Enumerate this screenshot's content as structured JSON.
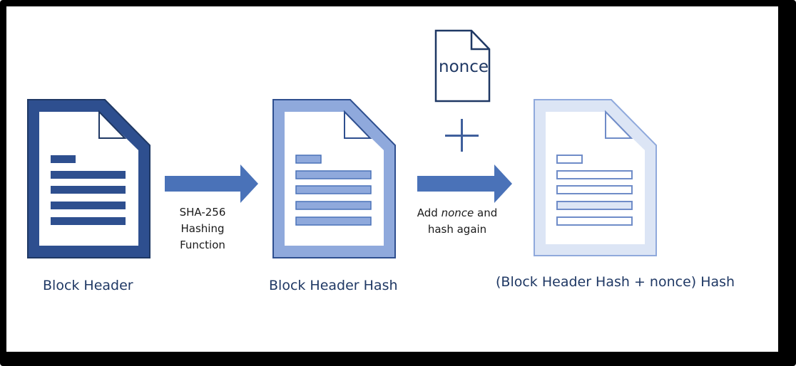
{
  "colors": {
    "dark": "#2e4f8f",
    "medium": "#8fa9dc",
    "light": "#dce5f5",
    "arrow": "#4a72b8",
    "plus": "#3f5f9c",
    "outline": "#1f3864",
    "text": "#1f3864"
  },
  "documents": {
    "block_header": {
      "label": "Block Header"
    },
    "block_header_hash": {
      "label": "Block Header Hash"
    },
    "final_hash": {
      "label": "(Block Header Hash + nonce) Hash"
    }
  },
  "nonce": {
    "label": "nonce"
  },
  "arrows": {
    "sha256": {
      "line1": "SHA-256",
      "line2": "Hashing",
      "line3": "Function"
    },
    "add_nonce": {
      "line1_pre": "Add ",
      "line1_em": "nonce",
      "line1_post": " and",
      "line2": "hash again"
    }
  },
  "plus_symbol": "+"
}
